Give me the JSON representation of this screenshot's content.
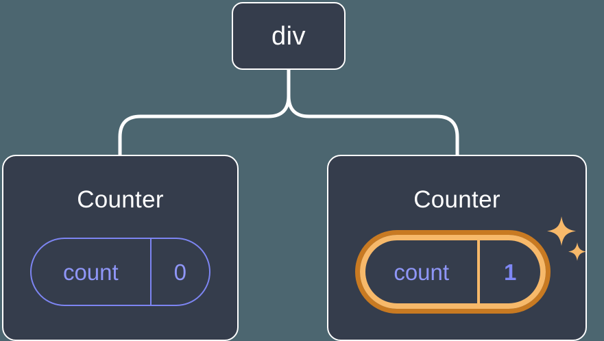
{
  "diagram": {
    "type": "component-tree",
    "background_color": "#4c6670",
    "node_fill": "#353d4c",
    "node_border": "#ffffff",
    "connector_color": "#ffffff",
    "accent_idle": "#8f96f7",
    "accent_highlight_outer": "#c87a22",
    "accent_highlight_inner": "#f7b96a"
  },
  "root": {
    "label": "div"
  },
  "children": [
    {
      "title": "Counter",
      "state": {
        "key": "count",
        "value": "0"
      },
      "highlighted": false
    },
    {
      "title": "Counter",
      "state": {
        "key": "count",
        "value": "1"
      },
      "highlighted": true,
      "sparkle_icons": [
        "sparkle-large",
        "sparkle-small"
      ]
    }
  ]
}
